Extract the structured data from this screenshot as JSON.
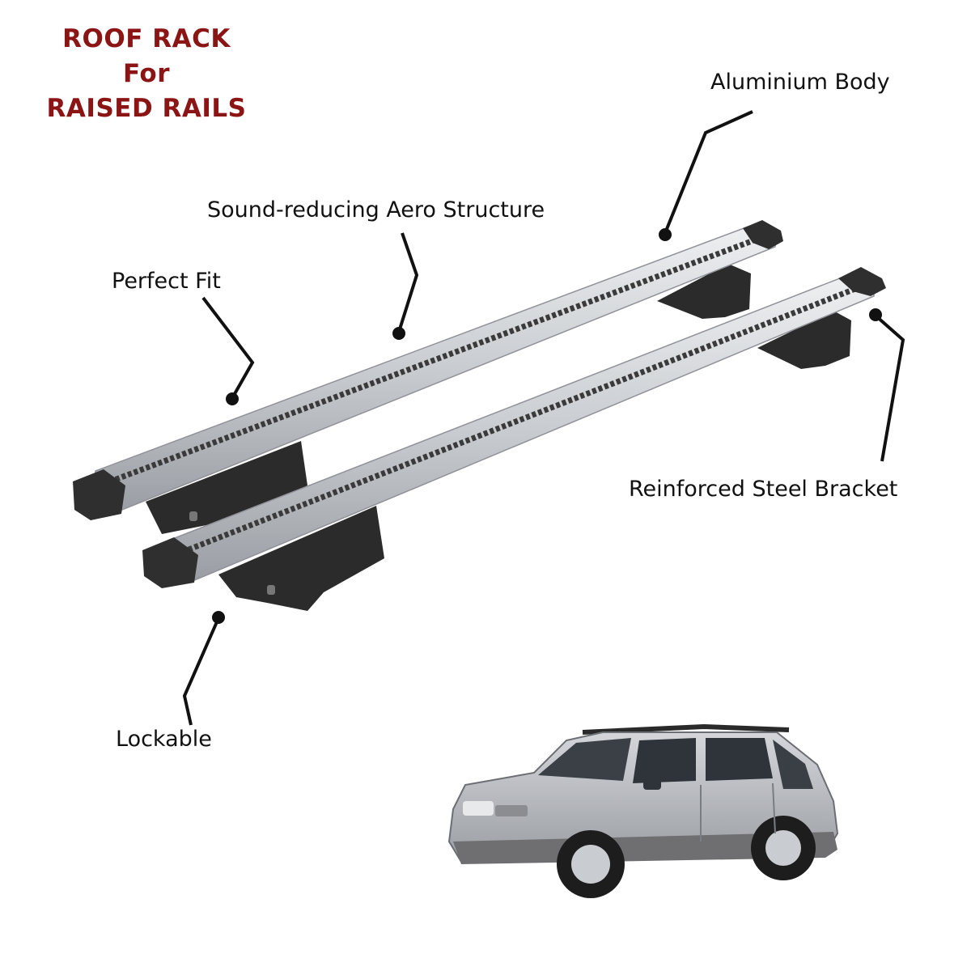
{
  "title": {
    "line1": "ROOF RACK",
    "line2": "For",
    "line3": "RAISED RAILS",
    "color": "#8b1414"
  },
  "callouts": {
    "aluminium_body": "Aluminium Body",
    "aero_structure": "Sound-reducing Aero Structure",
    "perfect_fit": "Perfect Fit",
    "steel_bracket": "Reinforced Steel Bracket",
    "lockable": "Lockable"
  },
  "icons": {
    "bars": "roof-rack-crossbars-icon",
    "vehicle": "suv-vehicle-icon"
  },
  "colors": {
    "bar_silver": "#c9ccd0",
    "bracket_black": "#2b2b2b",
    "car_silver": "#b3b6bb",
    "leader_line": "#111111"
  }
}
